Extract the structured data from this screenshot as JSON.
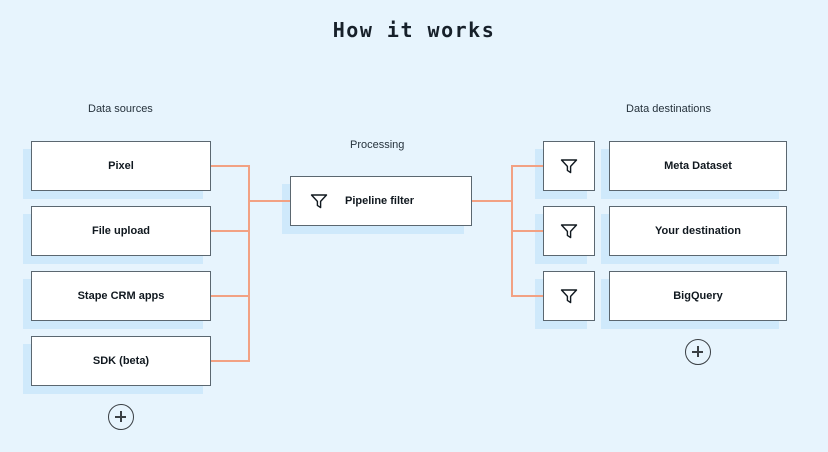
{
  "page": {
    "title": "How it works",
    "background_color": "#e7f4fd"
  },
  "colors": {
    "background": "#e7f4fd",
    "card_background": "#ffffff",
    "card_border": "#5b6770",
    "card_shadow": "#cfe9fb",
    "connector": "#f2a183",
    "text": "#10181f",
    "caption_text": "#26323c",
    "button_border": "#3a3f44"
  },
  "sources": {
    "caption": "Data sources",
    "items": [
      {
        "label": "Pixel"
      },
      {
        "label": "File upload"
      },
      {
        "label": "Stape CRM apps"
      },
      {
        "label": "SDK (beta)"
      }
    ],
    "add_button": {
      "icon": "plus-icon",
      "label": "+"
    }
  },
  "processing": {
    "caption": "Processing",
    "node": {
      "label": "Pipeline filter",
      "icon": "funnel-icon"
    }
  },
  "destinations": {
    "caption": "Data destinations",
    "items": [
      {
        "filter_icon": "funnel-icon",
        "label": "Meta Dataset"
      },
      {
        "filter_icon": "funnel-icon",
        "label": "Your destination"
      },
      {
        "filter_icon": "funnel-icon",
        "label": "BigQuery"
      }
    ],
    "add_button": {
      "icon": "plus-icon",
      "label": "+"
    }
  }
}
